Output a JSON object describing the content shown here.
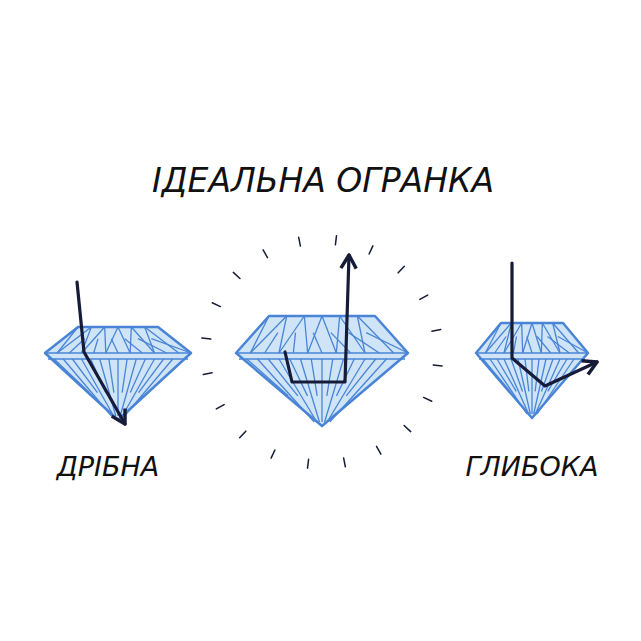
{
  "diagram": {
    "title": "ІДЕАЛЬНА ОГРАНКА",
    "labels": [
      "ДРІБНА",
      "ГЛИБОКА"
    ]
  }
}
